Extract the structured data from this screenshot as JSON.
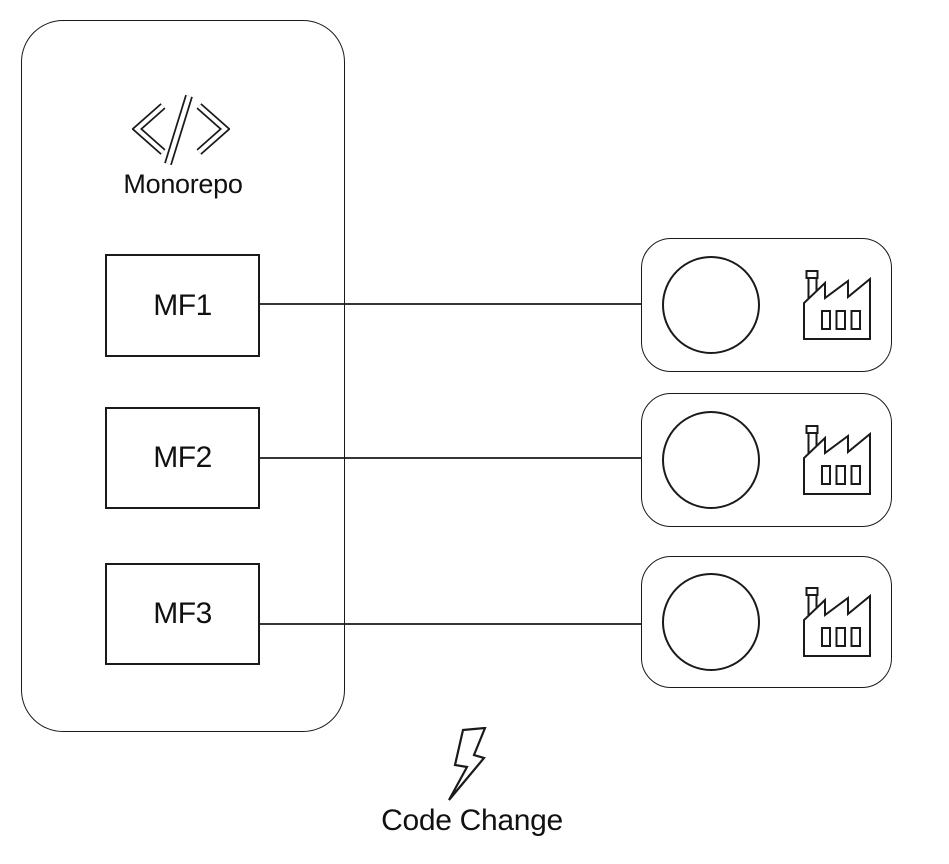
{
  "colors": {
    "background": "#ffffff",
    "stroke": "#1a1a1a",
    "text": "#111111"
  },
  "monorepo": {
    "title": "Monorepo",
    "icon": "code-icon",
    "modules": [
      {
        "label": "MF1"
      },
      {
        "label": "MF2"
      },
      {
        "label": "MF3"
      }
    ]
  },
  "environments": [
    {
      "name": "environment-1",
      "icons": [
        "circle-icon",
        "factory-icon"
      ]
    },
    {
      "name": "environment-2",
      "icons": [
        "circle-icon",
        "factory-icon"
      ]
    },
    {
      "name": "environment-3",
      "icons": [
        "circle-icon",
        "factory-icon"
      ]
    }
  ],
  "connections": [
    {
      "from": "MF1",
      "to": "environment-1"
    },
    {
      "from": "MF2",
      "to": "environment-2"
    },
    {
      "from": "MF3",
      "to": "environment-3"
    }
  ],
  "event": {
    "label": "Code Change",
    "icon": "lightning-icon"
  }
}
